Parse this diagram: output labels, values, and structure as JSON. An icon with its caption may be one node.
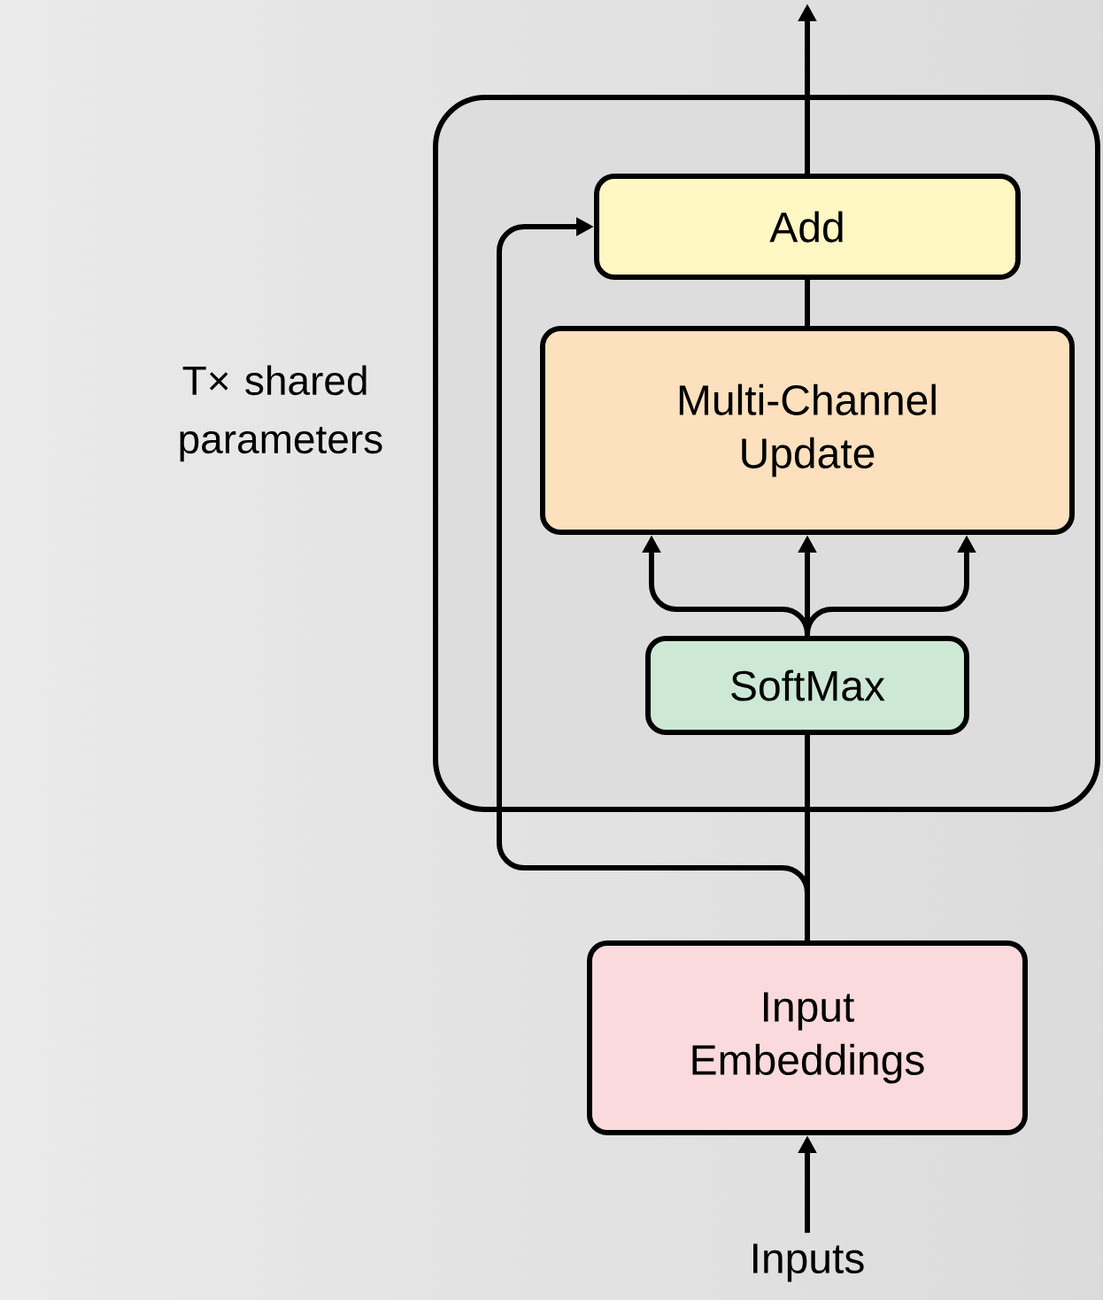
{
  "diagram": {
    "nodes": [
      {
        "text": [],
        "shape": "box",
        "beside": [
          "T× shared parameters"
        ]
      },
      {
        "text": [
          "Add"
        ],
        "in": 0
      },
      {
        "text": [
          "Multi-Channel Update"
        ],
        "in": 0
      },
      {
        "text": [
          "SoftMax"
        ],
        "in": 0
      },
      {
        "text": [
          "Input Embeddings"
        ]
      },
      {
        "text": [
          "Inputs"
        ]
      }
    ],
    "edges": [
      {
        "from": 5,
        "to": 4,
        "arrow": "to"
      },
      {
        "from": 4,
        "to": 3,
        "arrow": "none"
      },
      {
        "from": 3,
        "to": 2,
        "arrow": "to"
      },
      {
        "from": 3,
        "to": 2,
        "arrow": "to"
      },
      {
        "from": 3,
        "to": 2,
        "arrow": "to"
      },
      {
        "from": 2,
        "to": 1,
        "arrow": "none"
      },
      {
        "from": 4,
        "to": 1,
        "arrow": "to"
      },
      {
        "from": 1,
        "to": null,
        "arrow": "to"
      }
    ]
  }
}
